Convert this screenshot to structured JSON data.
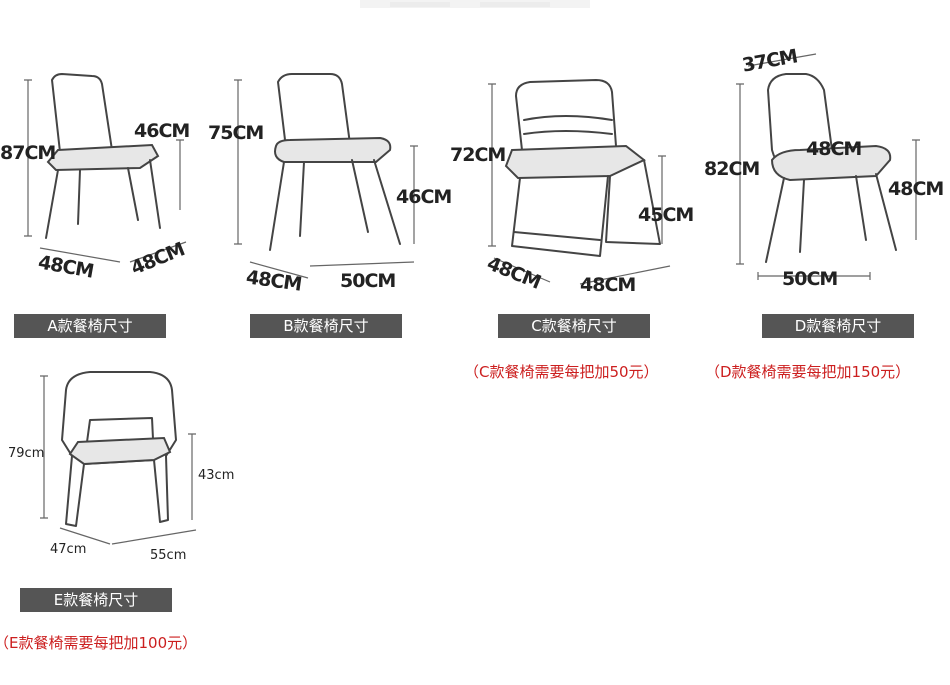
{
  "accent_red": "#cc1f1f",
  "label_bg": "#555555",
  "chairs": {
    "a": {
      "label": "A款餐椅尺寸",
      "height": "87CM",
      "seat_depth": "46CM",
      "width": "48CM",
      "depth": "48CM"
    },
    "b": {
      "label": "B款餐椅尺寸",
      "height": "75CM",
      "seat_height": "46CM",
      "width": "48CM",
      "depth": "50CM"
    },
    "c": {
      "label": "C款餐椅尺寸",
      "height": "72CM",
      "seat_height": "45CM",
      "width": "48CM",
      "depth": "48CM",
      "note": "（C款餐椅需要每把加50元）"
    },
    "d": {
      "label": "D款餐椅尺寸",
      "top_width": "37CM",
      "height": "82CM",
      "seat_width": "48CM",
      "seat_height": "48CM",
      "depth": "50CM",
      "note": "（D款餐椅需要每把加150元）"
    },
    "e": {
      "label": "E款餐椅尺寸",
      "height": "79cm",
      "seat_height": "43cm",
      "width": "47cm",
      "depth": "55cm",
      "note": "（E款餐椅需要每把加100元）"
    }
  }
}
